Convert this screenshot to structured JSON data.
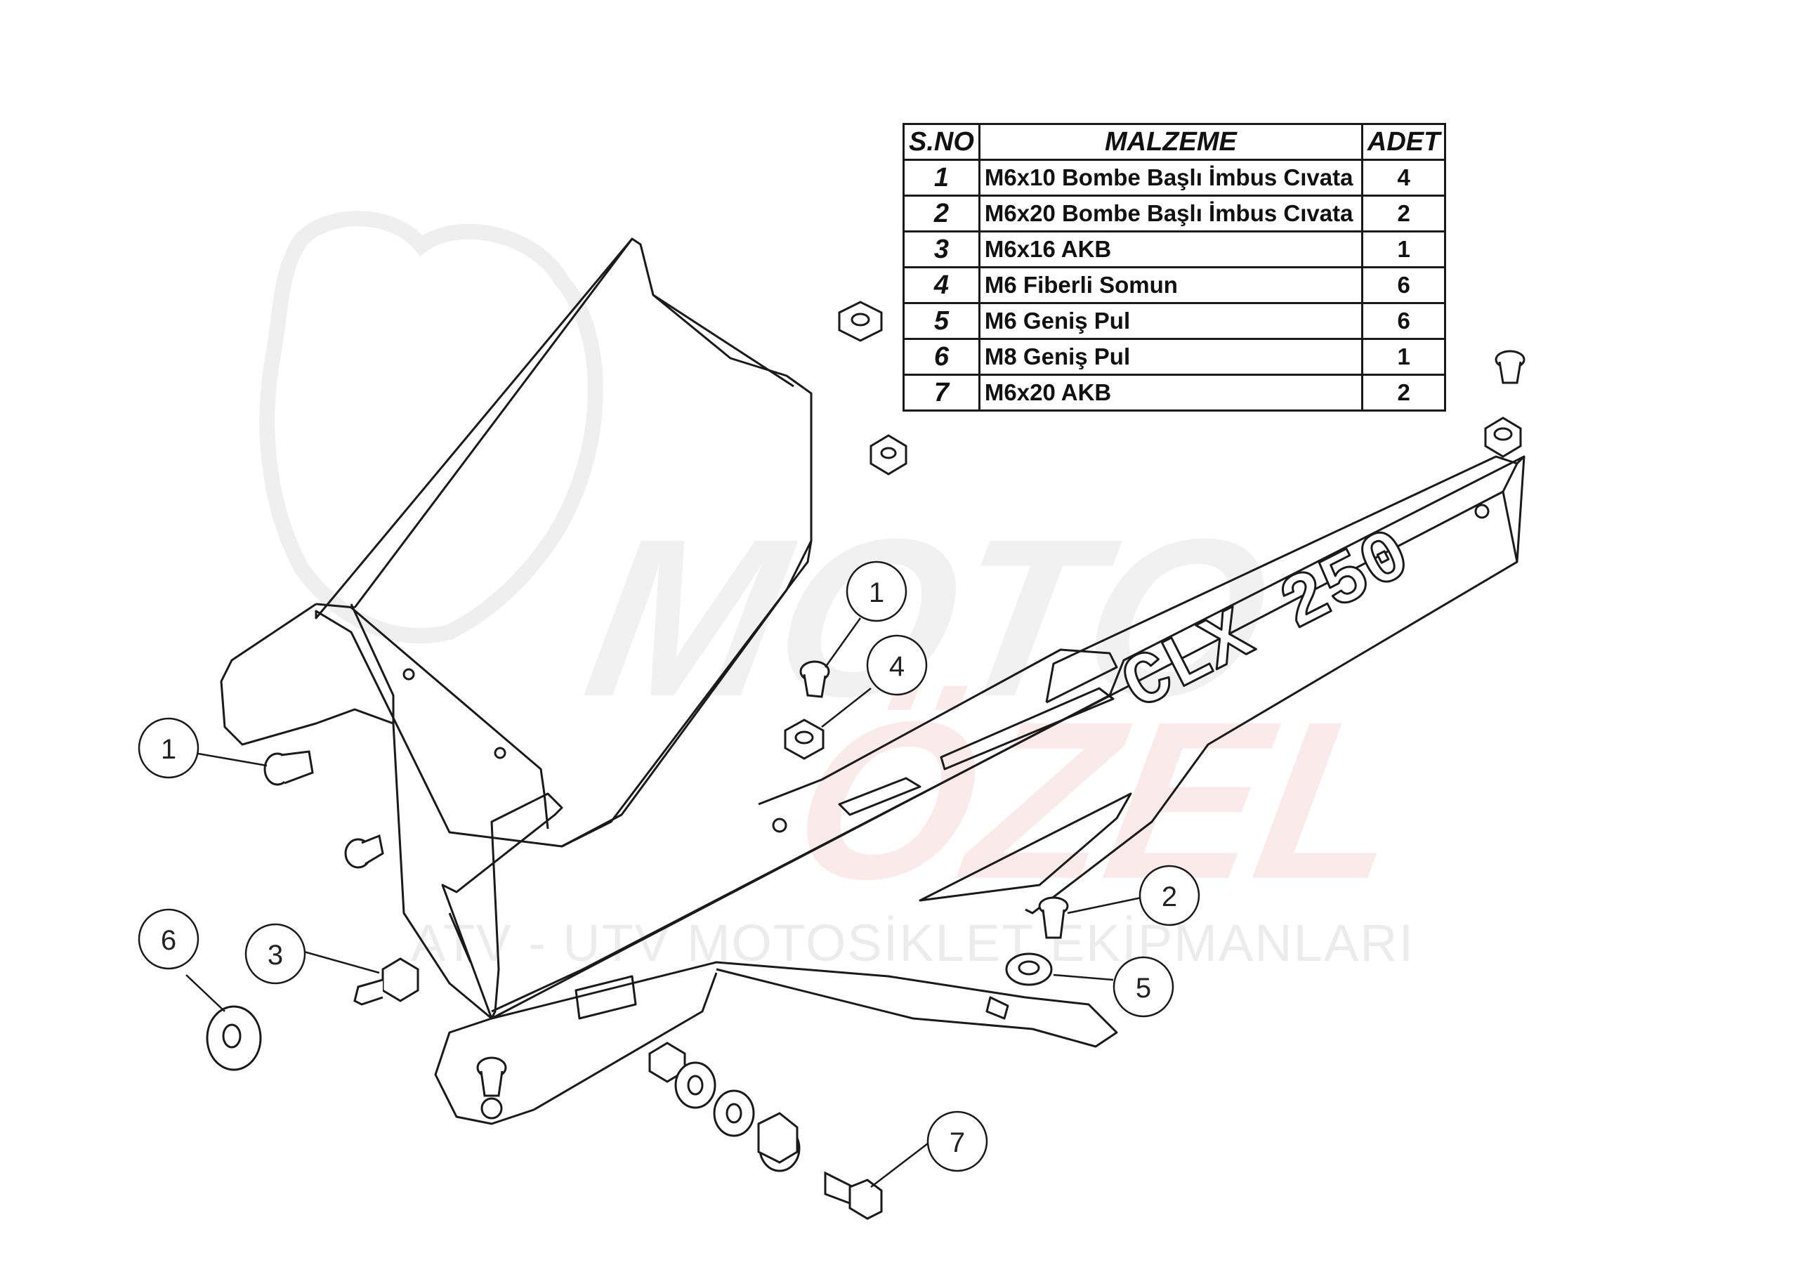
{
  "bom": {
    "headers": {
      "no": "S.NO",
      "material": "MALZEME",
      "qty": "ADET"
    },
    "rows": [
      {
        "no": "1",
        "material": "M6x10 Bombe Başlı İmbus Cıvata",
        "qty": "4"
      },
      {
        "no": "2",
        "material": "M6x20 Bombe Başlı İmbus Cıvata",
        "qty": "2"
      },
      {
        "no": "3",
        "material": "M6x16 AKB",
        "qty": "1"
      },
      {
        "no": "4",
        "material": "M6 Fiberli Somun",
        "qty": "6"
      },
      {
        "no": "5",
        "material": "M6 Geniş Pul",
        "qty": "6"
      },
      {
        "no": "6",
        "material": "M8 Geniş Pul",
        "qty": "1"
      },
      {
        "no": "7",
        "material": "M6x20 AKB",
        "qty": "2"
      }
    ]
  },
  "part_engraving": "CLX 250",
  "watermark": {
    "brand_line1": "MOTO",
    "brand_line2": "ÖZEL",
    "tagline": "ATV - UTV MOTOSİKLET EKİPMANLARI"
  },
  "callouts": [
    "1",
    "1",
    "4",
    "2",
    "3",
    "6",
    "5",
    "7"
  ],
  "colors": {
    "line": "#1a1a1a",
    "watermark": "#f2f2f2",
    "watermark_red": "#fbe9e9"
  }
}
